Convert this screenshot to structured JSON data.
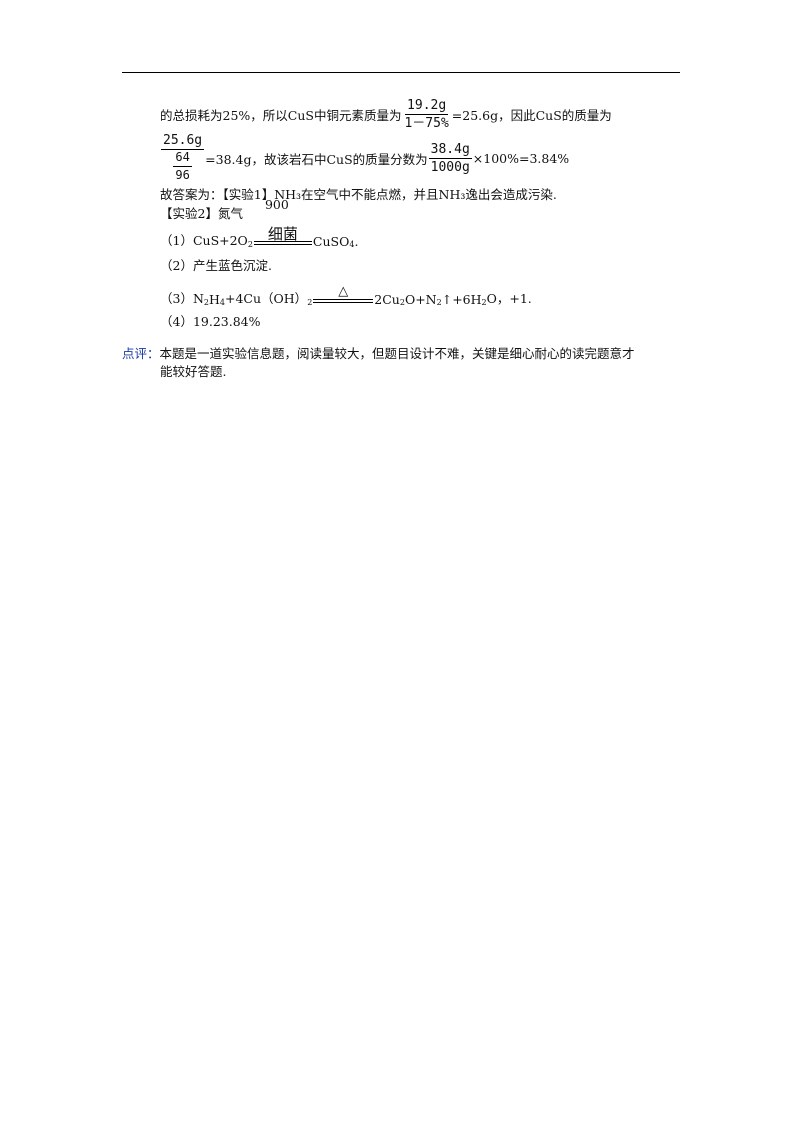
{
  "line1": {
    "text_a": "的总损耗为25%，所以CuS中铜元素质量为",
    "frac_num": "19.2g",
    "frac_den": "1－75%",
    "text_b": "=25.6g，因此CuS的质量为"
  },
  "line2": {
    "outer_num": "25.6g",
    "inner_num": "64",
    "inner_den": "96",
    "text_a": "=38.4g，故该岩石中CuS的质量分数为",
    "frac_num": "38.4g",
    "frac_den": "1000g",
    "text_b": "×100%=3.84%"
  },
  "line3": {
    "text": "故答案为：【实验1】NH₃在空气中不能点燃，并且NH₃逸出会造成污染."
  },
  "line4": {
    "text": "【实验2】氮气",
    "value": "900"
  },
  "item1": {
    "prefix": "（1）CuS+2O",
    "sub": "2",
    "over": "细菌",
    "after": "CuSO",
    "after_sub": "4",
    "end": "."
  },
  "item2": {
    "text": "（2）产生蓝色沉淀."
  },
  "item3": {
    "prefix": "（3）N",
    "sub1": "2",
    "mid1": "H",
    "sub2": "4",
    "mid2": "+4Cu（OH）",
    "sub3": "2",
    "over": "△",
    "after": "2Cu",
    "sub4": "2",
    "mid3": "O+N",
    "sub5": "2",
    "end": "↑+6H",
    "sub6": "2",
    "end2": "O，+1."
  },
  "item4": {
    "text": "（4）19.23.84%"
  },
  "comment": {
    "label": "点评：",
    "text1": "本题是一道实验信息题，阅读量较大，但题目设计不难，关键是细心耐心的读完题意才",
    "text2": "能较好答题."
  }
}
